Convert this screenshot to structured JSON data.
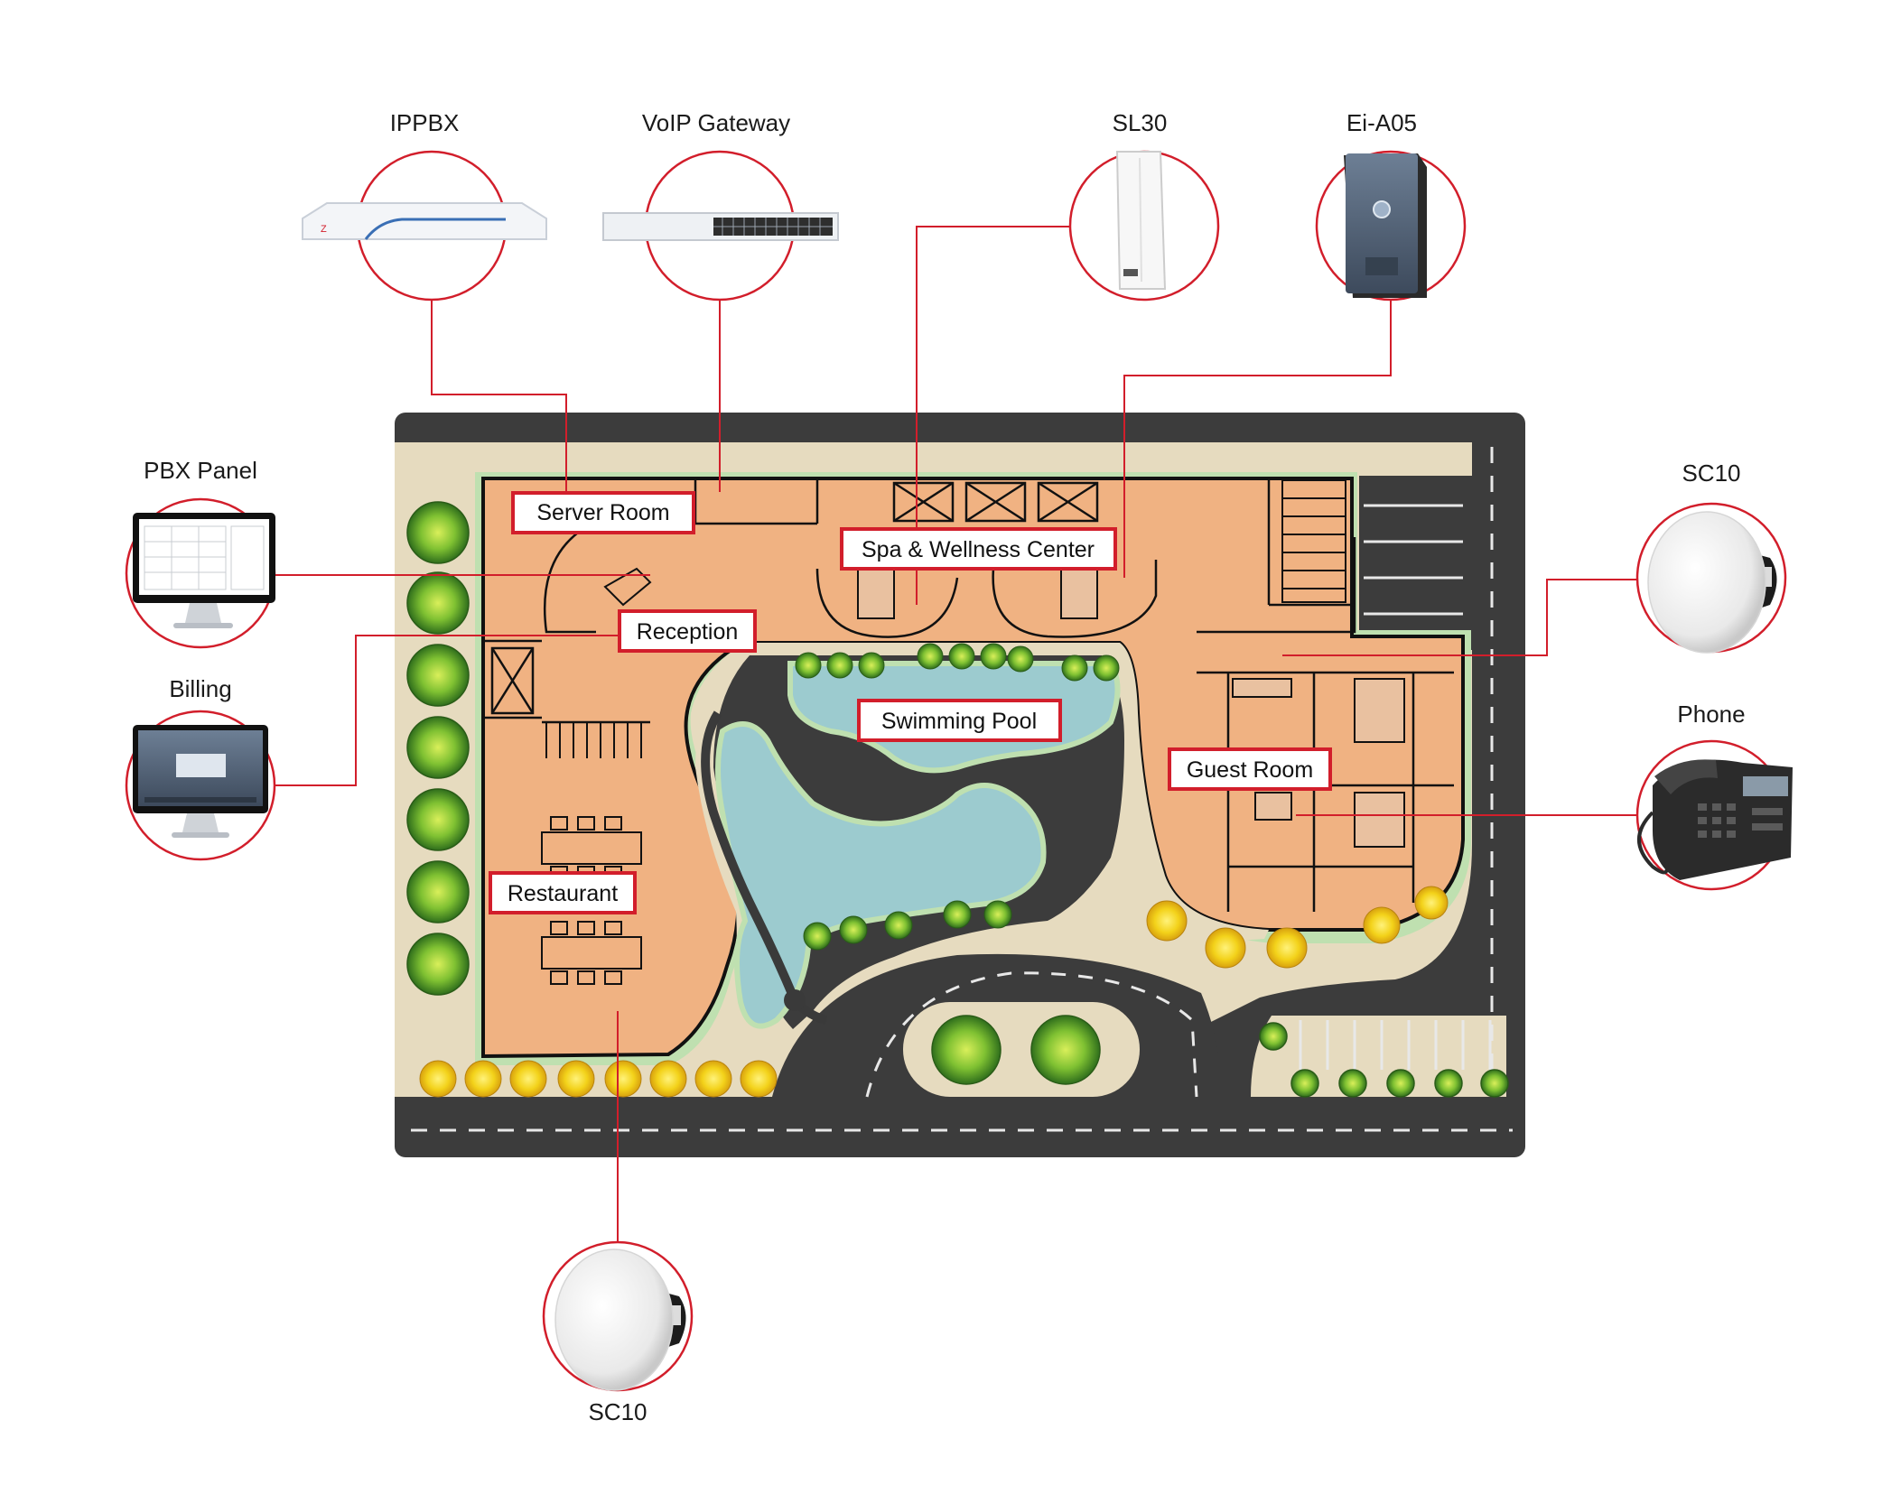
{
  "colors": {
    "accent_red": "#d21e2b",
    "road": "#3c3c3c",
    "sand": "#e6dbbf",
    "building": "#f0b282",
    "water": "#9ccbcf",
    "lawn": "#bfe0b0",
    "wall": "#111111"
  },
  "devices": {
    "ippbx": {
      "label": "IPPBX",
      "icon": "rack-router-icon"
    },
    "voip_gateway": {
      "label": "VoIP Gateway",
      "icon": "network-switch-icon"
    },
    "sl30": {
      "label": "SL30",
      "icon": "column-speaker-icon"
    },
    "ei_a05": {
      "label": "Ei-A05",
      "icon": "intercom-panel-icon"
    },
    "pbx_panel": {
      "label": "PBX Panel",
      "icon": "desktop-monitor-icon"
    },
    "billing": {
      "label": "Billing",
      "icon": "desktop-monitor-icon"
    },
    "sc10_right": {
      "label": "SC10",
      "icon": "ceiling-speaker-icon"
    },
    "phone": {
      "label": "Phone",
      "icon": "desk-phone-icon"
    },
    "sc10_bottom": {
      "label": "SC10",
      "icon": "ceiling-speaker-icon"
    }
  },
  "areas": {
    "server_room": "Server Room",
    "reception": "Reception",
    "spa": "Spa & Wellness Center",
    "swimming_pool": "Swimming Pool",
    "guest_room": "Guest Room",
    "restaurant": "Restaurant"
  }
}
